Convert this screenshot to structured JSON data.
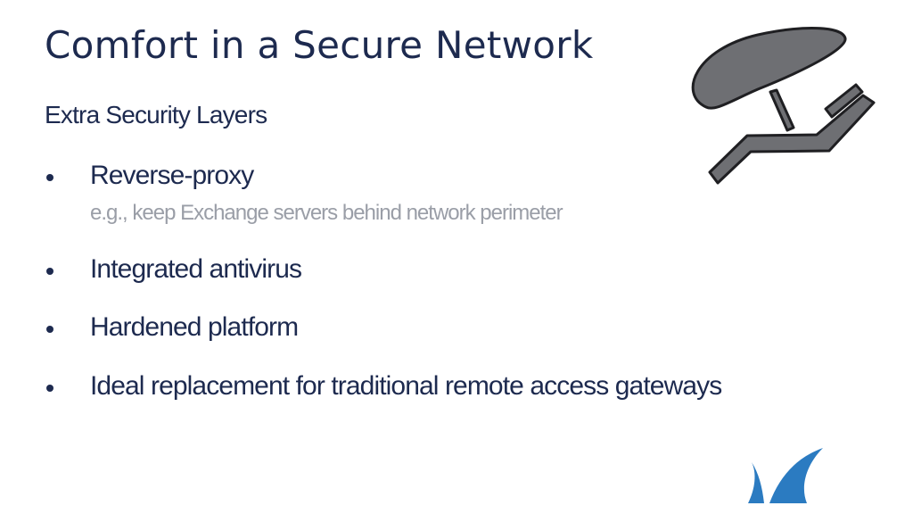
{
  "slide": {
    "title": "Comfort in a Secure Network",
    "subtitle": "Extra Security Layers",
    "bullets": [
      {
        "text": "Reverse-proxy"
      },
      {
        "text": "Integrated antivirus"
      },
      {
        "text": "Hardened platform"
      },
      {
        "text": "Ideal replacement for traditional remote access gateways"
      }
    ],
    "note": "e.g., keep Exchange servers behind network perimeter"
  },
  "icons": {
    "illustration": "beach-umbrella-lounge-chair-icon",
    "logo": "shark-fin-logo-icon"
  },
  "colors": {
    "text": "#1d2a4f",
    "note": "#9a9ea7",
    "icon_fill": "#6e6f73",
    "logo": "#2b7bc1"
  }
}
